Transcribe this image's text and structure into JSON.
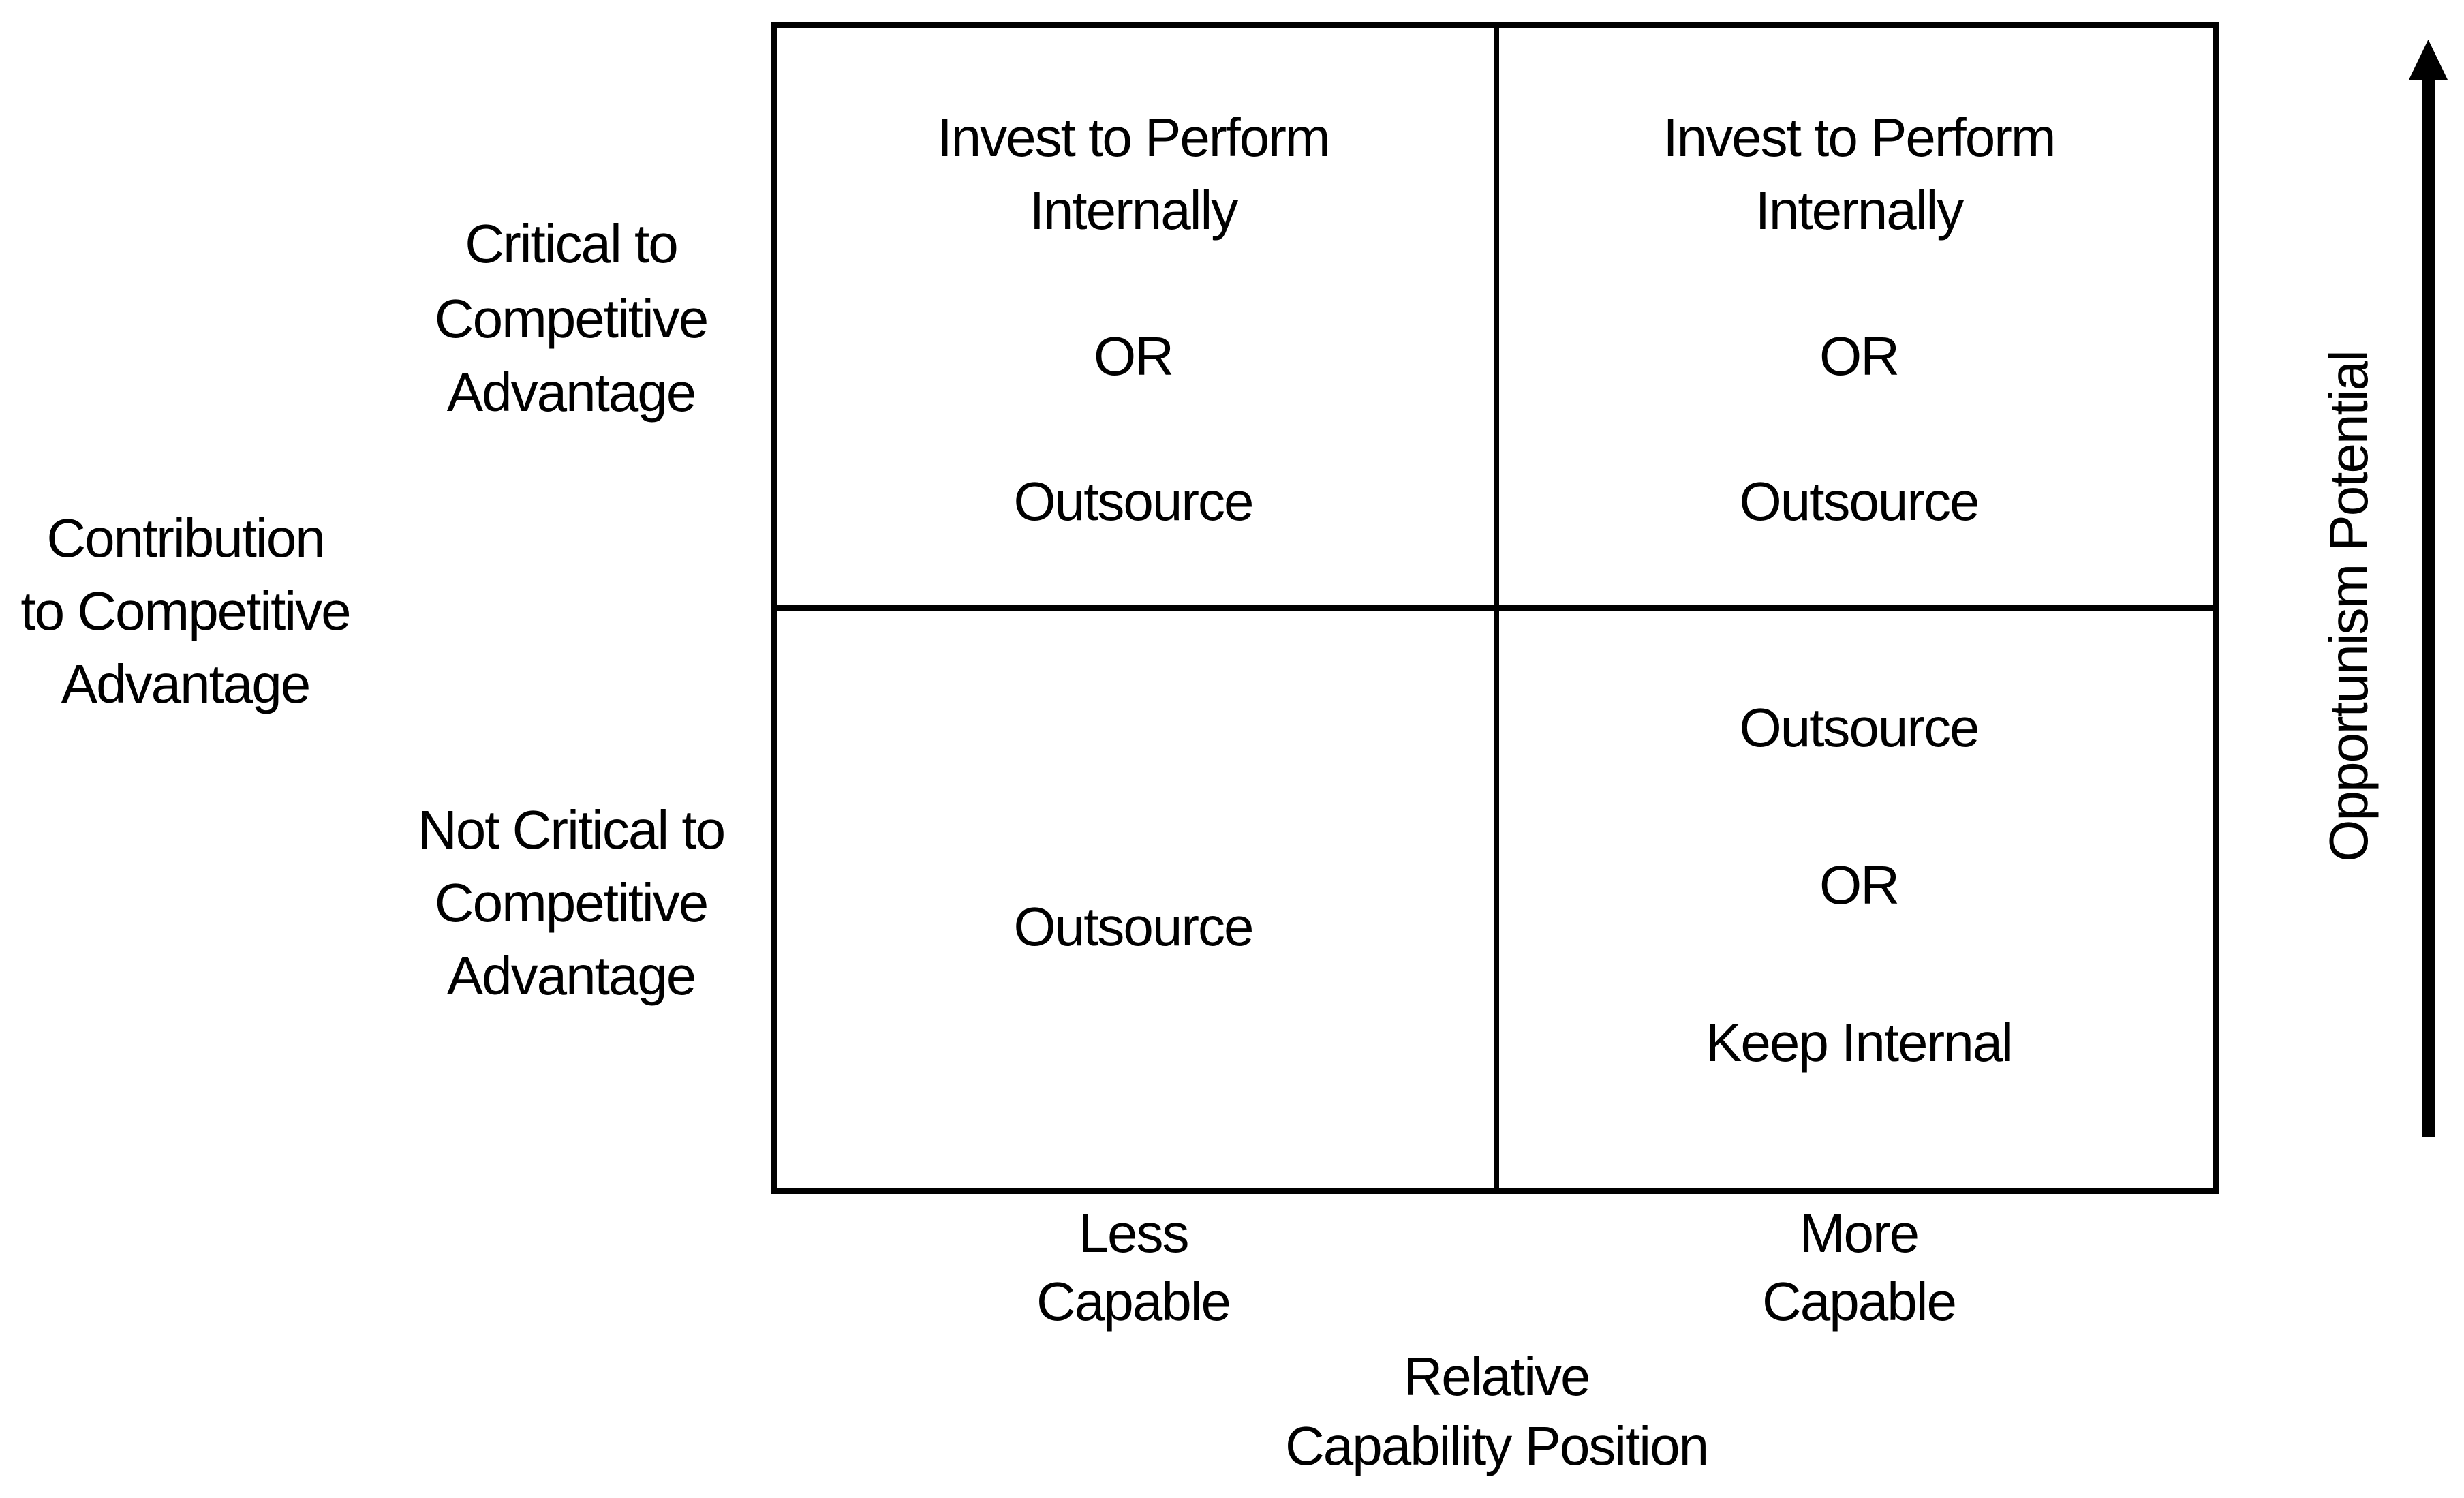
{
  "diagram": {
    "y_axis": {
      "title_lines": [
        "Contribution",
        "to Competitive",
        "Advantage"
      ],
      "top_row_label_lines": [
        "Critical to",
        "Competitive",
        "Advantage"
      ],
      "bottom_row_label_lines": [
        "Not Critical to",
        "Competitive",
        "Advantage"
      ]
    },
    "x_axis": {
      "left_column_label_lines": [
        "Less",
        "Capable"
      ],
      "right_column_label_lines": [
        "More",
        "Capable"
      ],
      "title_lines": [
        "Relative",
        "Capability Position"
      ]
    },
    "right_axis": {
      "label": "Opportunism Potential",
      "arrow_icon": "up-arrow"
    },
    "quadrants": {
      "top_left": {
        "lines": [
          "Invest to Perform",
          "Internally",
          "OR",
          "Outsource"
        ]
      },
      "top_right": {
        "lines": [
          "Invest to Perform",
          "Internally",
          "OR",
          "Outsource"
        ]
      },
      "bottom_left": {
        "lines": [
          "Outsource"
        ]
      },
      "bottom_right": {
        "lines": [
          "Outsource",
          "OR",
          "Keep Internal"
        ]
      }
    },
    "colors": {
      "ink": "#000000",
      "background": "#ffffff"
    }
  }
}
